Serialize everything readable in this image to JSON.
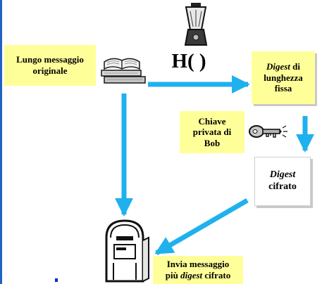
{
  "colors": {
    "arrow": "#1fb1ee",
    "note_yellow": "#ffff99",
    "note_white": "#ffffff",
    "left_rule": "#1f62c6",
    "blue_marker": "#0c2bd1"
  },
  "icons": {
    "blender": "blender-icon",
    "books": "books-icon",
    "key": "key-icon",
    "mailbox": "mailbox-icon"
  },
  "nodes": {
    "message": {
      "line1": "Lungo messaggio",
      "line2": "originale"
    },
    "hash_function": {
      "label": "H( )"
    },
    "digest": {
      "word": "Digest",
      "suffix": " di",
      "line2": "lunghezza",
      "line3": "fissa"
    },
    "private_key": {
      "line1": "Chiave",
      "line2": "privata di",
      "line3": "Bob"
    },
    "encrypted_digest": {
      "word": "Digest",
      "line2": "cifrato"
    },
    "send": {
      "line1": "Invia messaggio",
      "prefix": "più ",
      "word": "digest",
      "suffix": " cifrato"
    }
  }
}
